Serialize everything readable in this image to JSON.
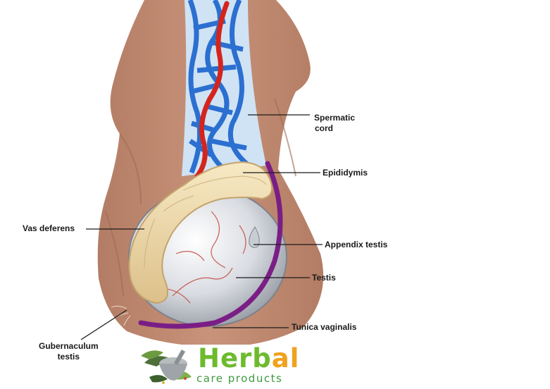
{
  "labels": {
    "spermatic_cord": [
      "Spermatic",
      "cord"
    ],
    "epididymis": "Epididymis",
    "vas_deferens": "Vas deferens",
    "appendix_testis": "Appendix testis",
    "testis": "Testis",
    "tunica_vaginalis": "Tunica vaginalis",
    "gubernaculum_testis": [
      "Gubernaculum",
      "testis"
    ]
  },
  "logo": {
    "word": "Herbal",
    "tagline": "care products"
  },
  "colors": {
    "skin": "#c08a72",
    "vein": "#2b6fd0",
    "artery": "#d4251c",
    "epididymis": "#f0dcaa",
    "testis": "#d6d9df",
    "tunica": "#7a1e86",
    "logo_green": "#6dbb2d",
    "logo_orange": "#f0a21e"
  }
}
